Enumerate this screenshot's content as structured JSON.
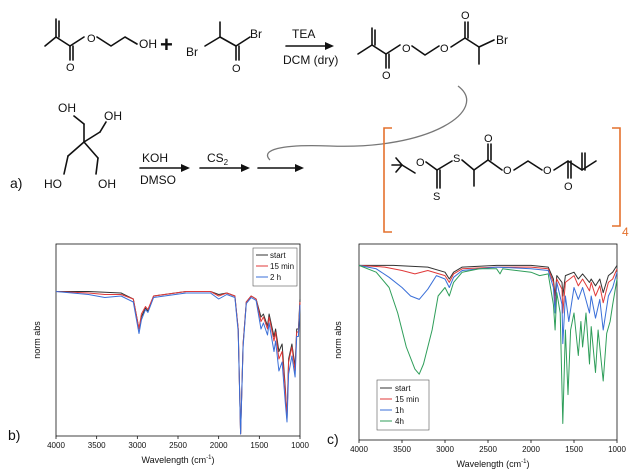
{
  "scheme": {
    "reaction1": {
      "reagent1": "TEA",
      "reagent2": "DCM (dry)",
      "plus": "+"
    },
    "reaction2": {
      "reagent1": "KOH",
      "reagent2": "DMSO",
      "reagent3": "CS",
      "reagent3_sub": "2"
    },
    "atoms": {
      "oh1": "OH",
      "oh_a": "OH",
      "oh_b": "OH",
      "oh_c": "HO",
      "oh_d": "OH",
      "br1": "Br",
      "br2": "Br",
      "br3": "Br",
      "o": "O",
      "s": "S"
    },
    "repeat_count": "4",
    "panel_label": "a)",
    "colors": {
      "bracket": "#e4712d",
      "curve": "#777777"
    }
  },
  "chart_data": [
    {
      "type": "line",
      "panel_label": "b)",
      "title": "",
      "xlabel": "Wavelength (cm",
      "xlabel_sup": "-1",
      "xlabel_end": ")",
      "ylabel": "norm abs",
      "xlim": [
        4000,
        1000
      ],
      "x_ticks": [
        "4000",
        "3500",
        "3000",
        "2500",
        "2000",
        "1500",
        "1000"
      ],
      "legend": {
        "position": "top-right"
      },
      "series": [
        {
          "name": "start",
          "color": "#333333",
          "points": [
            [
              4000,
              0.05
            ],
            [
              3600,
              0.05
            ],
            [
              3200,
              0.06
            ],
            [
              3050,
              0.1
            ],
            [
              2980,
              0.3
            ],
            [
              2950,
              0.22
            ],
            [
              2900,
              0.16
            ],
            [
              2870,
              0.18
            ],
            [
              2800,
              0.08
            ],
            [
              2400,
              0.05
            ],
            [
              2100,
              0.05
            ],
            [
              2000,
              0.07
            ],
            [
              1900,
              0.06
            ],
            [
              1800,
              0.08
            ],
            [
              1760,
              0.3
            ],
            [
              1730,
              1.0
            ],
            [
              1700,
              0.4
            ],
            [
              1660,
              0.12
            ],
            [
              1600,
              0.08
            ],
            [
              1540,
              0.1
            ],
            [
              1480,
              0.22
            ],
            [
              1450,
              0.2
            ],
            [
              1400,
              0.28
            ],
            [
              1380,
              0.2
            ],
            [
              1320,
              0.35
            ],
            [
              1300,
              0.3
            ],
            [
              1260,
              0.45
            ],
            [
              1220,
              0.4
            ],
            [
              1180,
              0.7
            ],
            [
              1160,
              0.9
            ],
            [
              1140,
              0.5
            ],
            [
              1100,
              0.4
            ],
            [
              1060,
              0.55
            ],
            [
              1040,
              0.3
            ],
            [
              1020,
              0.3
            ],
            [
              1000,
              0.1
            ]
          ]
        },
        {
          "name": "15 min",
          "color": "#e03a3a",
          "points": [
            [
              4000,
              0.05
            ],
            [
              3600,
              0.06
            ],
            [
              3400,
              0.07
            ],
            [
              3200,
              0.07
            ],
            [
              3050,
              0.1
            ],
            [
              2980,
              0.3
            ],
            [
              2950,
              0.2
            ],
            [
              2900,
              0.15
            ],
            [
              2870,
              0.17
            ],
            [
              2800,
              0.08
            ],
            [
              2400,
              0.05
            ],
            [
              2100,
              0.05
            ],
            [
              2000,
              0.08
            ],
            [
              1900,
              0.06
            ],
            [
              1800,
              0.08
            ],
            [
              1760,
              0.3
            ],
            [
              1730,
              1.0
            ],
            [
              1700,
              0.4
            ],
            [
              1660,
              0.12
            ],
            [
              1600,
              0.08
            ],
            [
              1540,
              0.1
            ],
            [
              1480,
              0.25
            ],
            [
              1450,
              0.22
            ],
            [
              1400,
              0.3
            ],
            [
              1380,
              0.22
            ],
            [
              1320,
              0.38
            ],
            [
              1300,
              0.32
            ],
            [
              1260,
              0.5
            ],
            [
              1220,
              0.45
            ],
            [
              1180,
              0.72
            ],
            [
              1160,
              0.9
            ],
            [
              1140,
              0.52
            ],
            [
              1100,
              0.42
            ],
            [
              1060,
              0.58
            ],
            [
              1040,
              0.32
            ],
            [
              1020,
              0.32
            ],
            [
              1000,
              0.12
            ]
          ]
        },
        {
          "name": "2 h",
          "color": "#3a6fd8",
          "points": [
            [
              4000,
              0.05
            ],
            [
              3600,
              0.07
            ],
            [
              3400,
              0.09
            ],
            [
              3200,
              0.08
            ],
            [
              3050,
              0.12
            ],
            [
              2980,
              0.33
            ],
            [
              2950,
              0.24
            ],
            [
              2900,
              0.17
            ],
            [
              2870,
              0.19
            ],
            [
              2800,
              0.09
            ],
            [
              2400,
              0.06
            ],
            [
              2100,
              0.06
            ],
            [
              2000,
              0.1
            ],
            [
              1900,
              0.07
            ],
            [
              1800,
              0.09
            ],
            [
              1760,
              0.32
            ],
            [
              1730,
              1.0
            ],
            [
              1700,
              0.42
            ],
            [
              1660,
              0.13
            ],
            [
              1600,
              0.09
            ],
            [
              1540,
              0.11
            ],
            [
              1480,
              0.3
            ],
            [
              1450,
              0.26
            ],
            [
              1400,
              0.34
            ],
            [
              1380,
              0.26
            ],
            [
              1320,
              0.45
            ],
            [
              1300,
              0.38
            ],
            [
              1260,
              0.58
            ],
            [
              1220,
              0.52
            ],
            [
              1180,
              0.8
            ],
            [
              1160,
              0.92
            ],
            [
              1140,
              0.6
            ],
            [
              1100,
              0.48
            ],
            [
              1060,
              0.62
            ],
            [
              1040,
              0.35
            ],
            [
              1020,
              0.35
            ],
            [
              1000,
              0.14
            ]
          ]
        }
      ]
    },
    {
      "type": "line",
      "panel_label": "c)",
      "title": "",
      "xlabel": "Wavelength (cm",
      "xlabel_sup": "-1",
      "xlabel_end": ")",
      "ylabel": "norm abs",
      "xlim": [
        4000,
        1000
      ],
      "x_ticks": [
        "4000",
        "3500",
        "3000",
        "2500",
        "2000",
        "1500",
        "1000"
      ],
      "legend": {
        "position": "bottom-left"
      },
      "series": [
        {
          "name": "start",
          "color": "#333333",
          "points": [
            [
              4000,
              0.02
            ],
            [
              3600,
              0.02
            ],
            [
              3200,
              0.03
            ],
            [
              3000,
              0.06
            ],
            [
              2950,
              0.1
            ],
            [
              2900,
              0.06
            ],
            [
              2800,
              0.03
            ],
            [
              2400,
              0.02
            ],
            [
              2000,
              0.02
            ],
            [
              1800,
              0.03
            ],
            [
              1740,
              0.1
            ],
            [
              1720,
              0.2
            ],
            [
              1700,
              0.08
            ],
            [
              1640,
              0.12
            ],
            [
              1630,
              0.2
            ],
            [
              1600,
              0.08
            ],
            [
              1500,
              0.06
            ],
            [
              1450,
              0.1
            ],
            [
              1400,
              0.07
            ],
            [
              1320,
              0.12
            ],
            [
              1300,
              0.1
            ],
            [
              1250,
              0.14
            ],
            [
              1200,
              0.1
            ],
            [
              1160,
              0.18
            ],
            [
              1100,
              0.08
            ],
            [
              1050,
              0.06
            ],
            [
              1000,
              0.02
            ]
          ]
        },
        {
          "name": "15 min",
          "color": "#e03a3a",
          "points": [
            [
              4000,
              0.02
            ],
            [
              3700,
              0.03
            ],
            [
              3500,
              0.05
            ],
            [
              3350,
              0.07
            ],
            [
              3200,
              0.05
            ],
            [
              3000,
              0.08
            ],
            [
              2950,
              0.12
            ],
            [
              2900,
              0.07
            ],
            [
              2800,
              0.04
            ],
            [
              2400,
              0.03
            ],
            [
              2000,
              0.03
            ],
            [
              1800,
              0.04
            ],
            [
              1740,
              0.12
            ],
            [
              1720,
              0.25
            ],
            [
              1700,
              0.1
            ],
            [
              1640,
              0.16
            ],
            [
              1630,
              0.3
            ],
            [
              1600,
              0.12
            ],
            [
              1500,
              0.08
            ],
            [
              1450,
              0.14
            ],
            [
              1400,
              0.1
            ],
            [
              1320,
              0.17
            ],
            [
              1300,
              0.12
            ],
            [
              1250,
              0.2
            ],
            [
              1200,
              0.14
            ],
            [
              1160,
              0.24
            ],
            [
              1100,
              0.12
            ],
            [
              1050,
              0.1
            ],
            [
              1000,
              0.04
            ]
          ]
        },
        {
          "name": "1h",
          "color": "#3a6fd8",
          "points": [
            [
              4000,
              0.02
            ],
            [
              3800,
              0.04
            ],
            [
              3650,
              0.09
            ],
            [
              3500,
              0.15
            ],
            [
              3400,
              0.2
            ],
            [
              3300,
              0.22
            ],
            [
              3200,
              0.16
            ],
            [
              3100,
              0.08
            ],
            [
              3000,
              0.1
            ],
            [
              2950,
              0.15
            ],
            [
              2900,
              0.09
            ],
            [
              2800,
              0.05
            ],
            [
              2400,
              0.03
            ],
            [
              2000,
              0.04
            ],
            [
              1800,
              0.05
            ],
            [
              1740,
              0.15
            ],
            [
              1720,
              0.3
            ],
            [
              1700,
              0.12
            ],
            [
              1640,
              0.25
            ],
            [
              1630,
              0.48
            ],
            [
              1600,
              0.2
            ],
            [
              1560,
              0.35
            ],
            [
              1500,
              0.15
            ],
            [
              1450,
              0.22
            ],
            [
              1400,
              0.15
            ],
            [
              1320,
              0.3
            ],
            [
              1300,
              0.2
            ],
            [
              1250,
              0.33
            ],
            [
              1200,
              0.22
            ],
            [
              1160,
              0.4
            ],
            [
              1100,
              0.2
            ],
            [
              1050,
              0.15
            ],
            [
              1000,
              0.06
            ]
          ]
        },
        {
          "name": "4h",
          "color": "#2f9e5a",
          "points": [
            [
              4000,
              0.02
            ],
            [
              3800,
              0.06
            ],
            [
              3650,
              0.15
            ],
            [
              3550,
              0.3
            ],
            [
              3450,
              0.5
            ],
            [
              3350,
              0.63
            ],
            [
              3300,
              0.66
            ],
            [
              3250,
              0.6
            ],
            [
              3150,
              0.4
            ],
            [
              3080,
              0.2
            ],
            [
              3000,
              0.15
            ],
            [
              2950,
              0.2
            ],
            [
              2900,
              0.12
            ],
            [
              2800,
              0.06
            ],
            [
              2600,
              0.04
            ],
            [
              2400,
              0.04
            ],
            [
              2360,
              0.07
            ],
            [
              2330,
              0.04
            ],
            [
              2000,
              0.06
            ],
            [
              1900,
              0.08
            ],
            [
              1800,
              0.07
            ],
            [
              1740,
              0.25
            ],
            [
              1720,
              0.4
            ],
            [
              1700,
              0.18
            ],
            [
              1660,
              0.3
            ],
            [
              1630,
              0.95
            ],
            [
              1600,
              0.4
            ],
            [
              1570,
              0.78
            ],
            [
              1540,
              0.4
            ],
            [
              1500,
              0.3
            ],
            [
              1450,
              0.55
            ],
            [
              1420,
              0.35
            ],
            [
              1400,
              0.5
            ],
            [
              1360,
              0.3
            ],
            [
              1320,
              0.6
            ],
            [
              1300,
              0.38
            ],
            [
              1250,
              0.65
            ],
            [
              1220,
              0.4
            ],
            [
              1160,
              0.7
            ],
            [
              1120,
              0.42
            ],
            [
              1080,
              0.35
            ],
            [
              1050,
              0.25
            ],
            [
              1000,
              0.1
            ]
          ]
        }
      ]
    }
  ]
}
